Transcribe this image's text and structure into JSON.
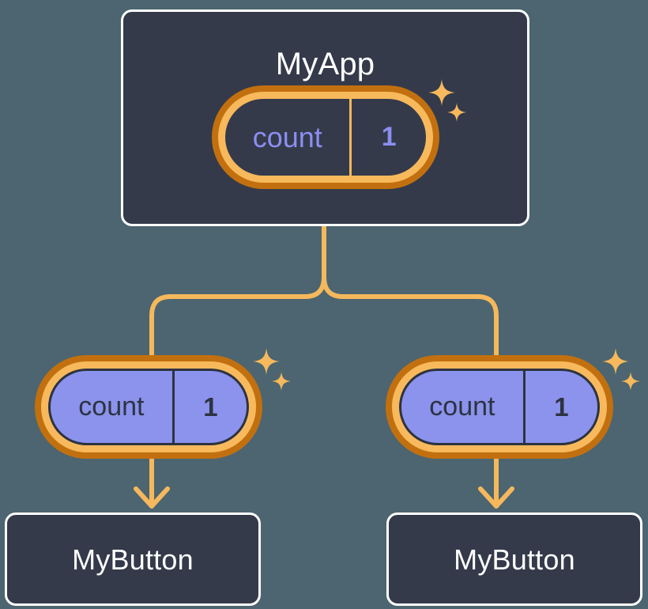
{
  "page": {
    "background_color": "#4c6570",
    "title": "React component state tree diagram"
  },
  "theme": {
    "box_fill": "#343a4a",
    "box_border": "#ffffff",
    "pill_outer_ring": "#c2700f",
    "pill_inner_ring": "#f7b95c",
    "pill_light_fill": "#8b93ed",
    "accent_amber": "#f5b85c",
    "state_text_purple": "#8b8ef0",
    "state_text_dark": "#2d3340",
    "label_white": "#ffffff"
  },
  "tree": {
    "root": {
      "name": "myapp-component",
      "label": "MyApp",
      "state": {
        "key": "count",
        "value": "1"
      },
      "sparkle_icon": "sparkles-icon"
    },
    "children": [
      {
        "name": "mybutton-component-left",
        "label": "MyButton",
        "prop": {
          "key": "count",
          "value": "1"
        },
        "sparkle_icon": "sparkles-icon",
        "arrow_icon": "arrow-down-icon"
      },
      {
        "name": "mybutton-component-right",
        "label": "MyButton",
        "prop": {
          "key": "count",
          "value": "1"
        },
        "sparkle_icon": "sparkles-icon",
        "arrow_icon": "arrow-down-icon"
      }
    ]
  },
  "connectors": {
    "style": "rounded-elbow",
    "color": "#f5b85c",
    "stroke_width": 6,
    "arrow_head": "chevron-down"
  }
}
